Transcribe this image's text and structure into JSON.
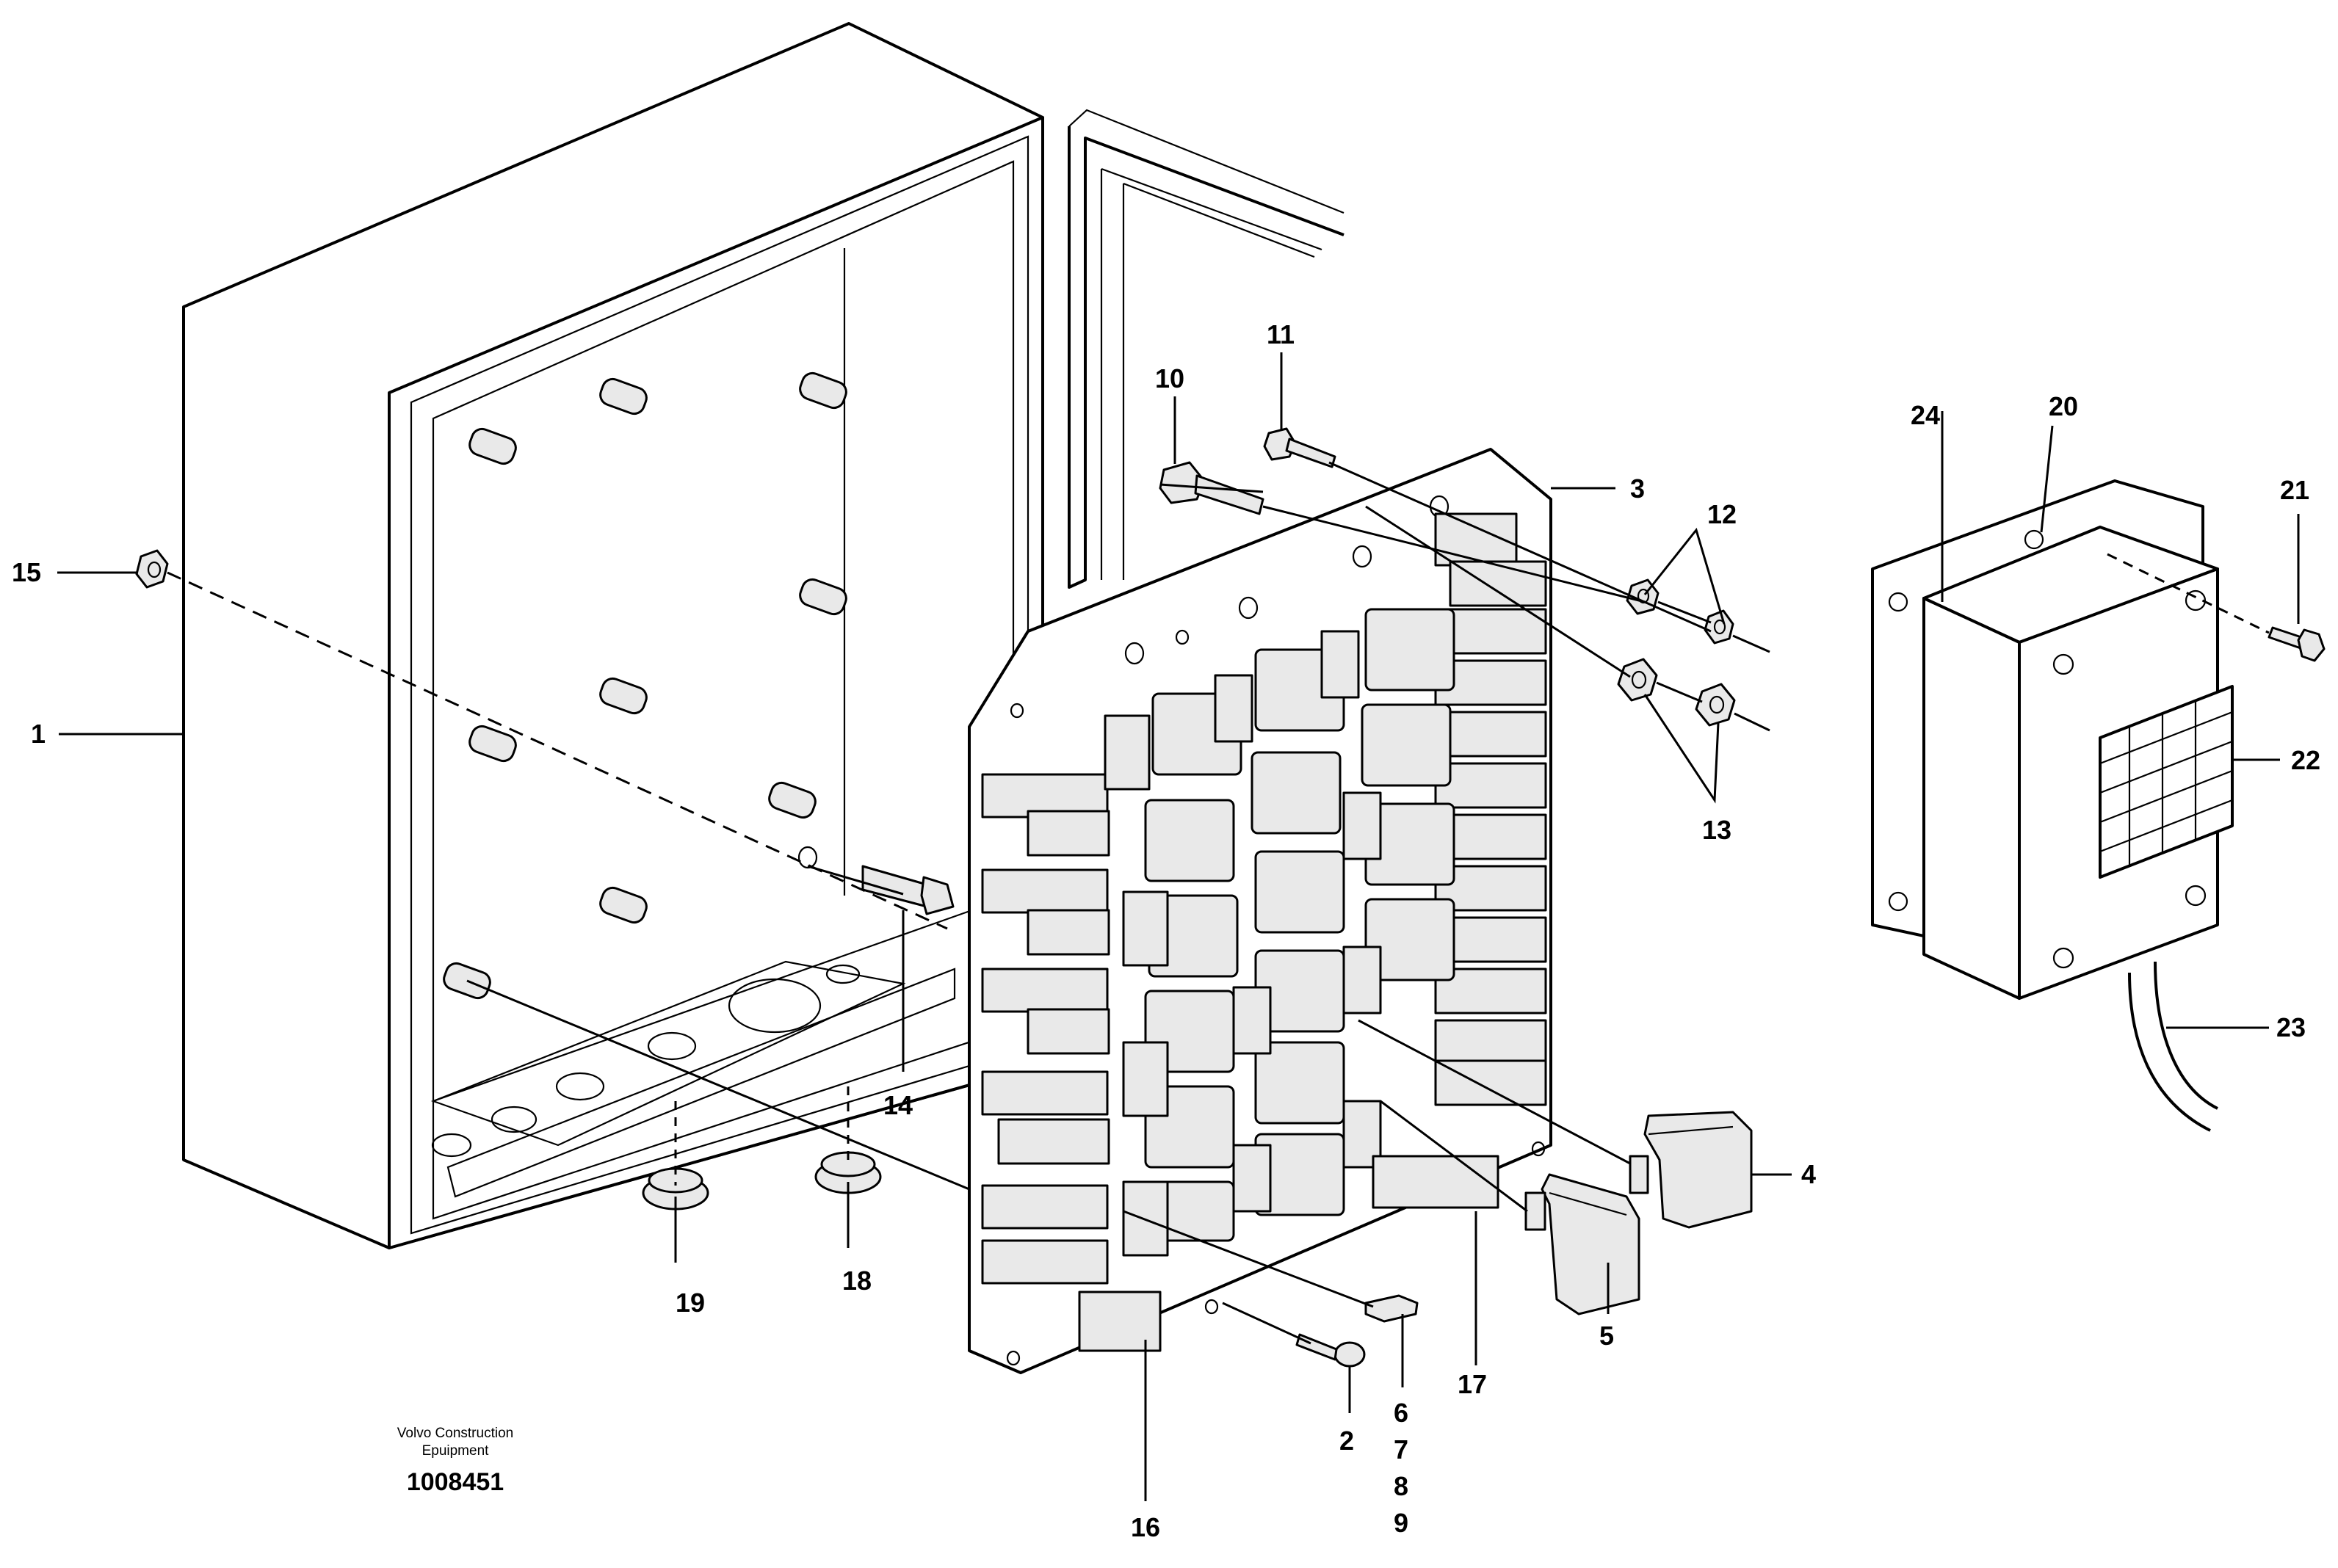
{
  "callouts": [
    "1",
    "2",
    "3",
    "4",
    "5",
    "6",
    "7",
    "8",
    "9",
    "10",
    "11",
    "12",
    "13",
    "14",
    "15",
    "16",
    "17",
    "18",
    "19",
    "20",
    "21",
    "22",
    "23",
    "24"
  ],
  "caption": {
    "line1": "Volvo Construction",
    "line2": "Epuipment",
    "number": "1008451"
  }
}
